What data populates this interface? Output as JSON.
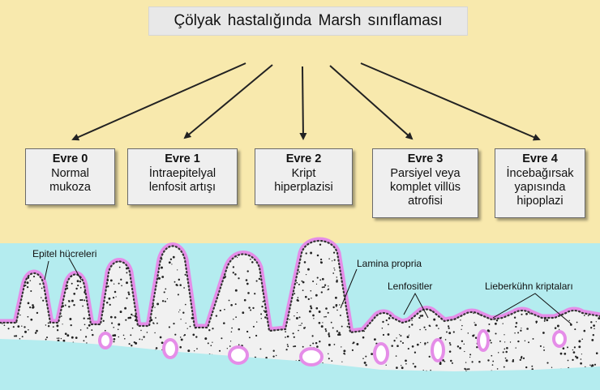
{
  "title": "Çölyak hastalığında  Marsh  sınıflaması",
  "stages": [
    {
      "name": "Evre 0",
      "lines": [
        "Normal",
        "mukoza"
      ]
    },
    {
      "name": "Evre 1",
      "lines": [
        "İntraepitelyal",
        "lenfosit artışı"
      ]
    },
    {
      "name": "Evre 2",
      "lines": [
        "Kript",
        "hiperplazisi"
      ]
    },
    {
      "name": "Evre 3",
      "lines": [
        "Parsiyel veya",
        "komplet villüs",
        "atrofisi"
      ]
    },
    {
      "name": "Evre 4",
      "lines": [
        "İncebağırsak",
        "yapısında",
        "hipoplazi"
      ]
    }
  ],
  "labels": {
    "epithelium": "Epitel hücreleri",
    "lamina": "Lamina propria",
    "lymphocytes": "Lenfositler",
    "crypts": "Lieberkühn kriptaları"
  },
  "colors": {
    "background": "#f8e9ad",
    "lumen": "#b4ecef",
    "epithelium": "#e58de8",
    "tissue": "#f1f1f1",
    "nuclei": "#222222"
  }
}
